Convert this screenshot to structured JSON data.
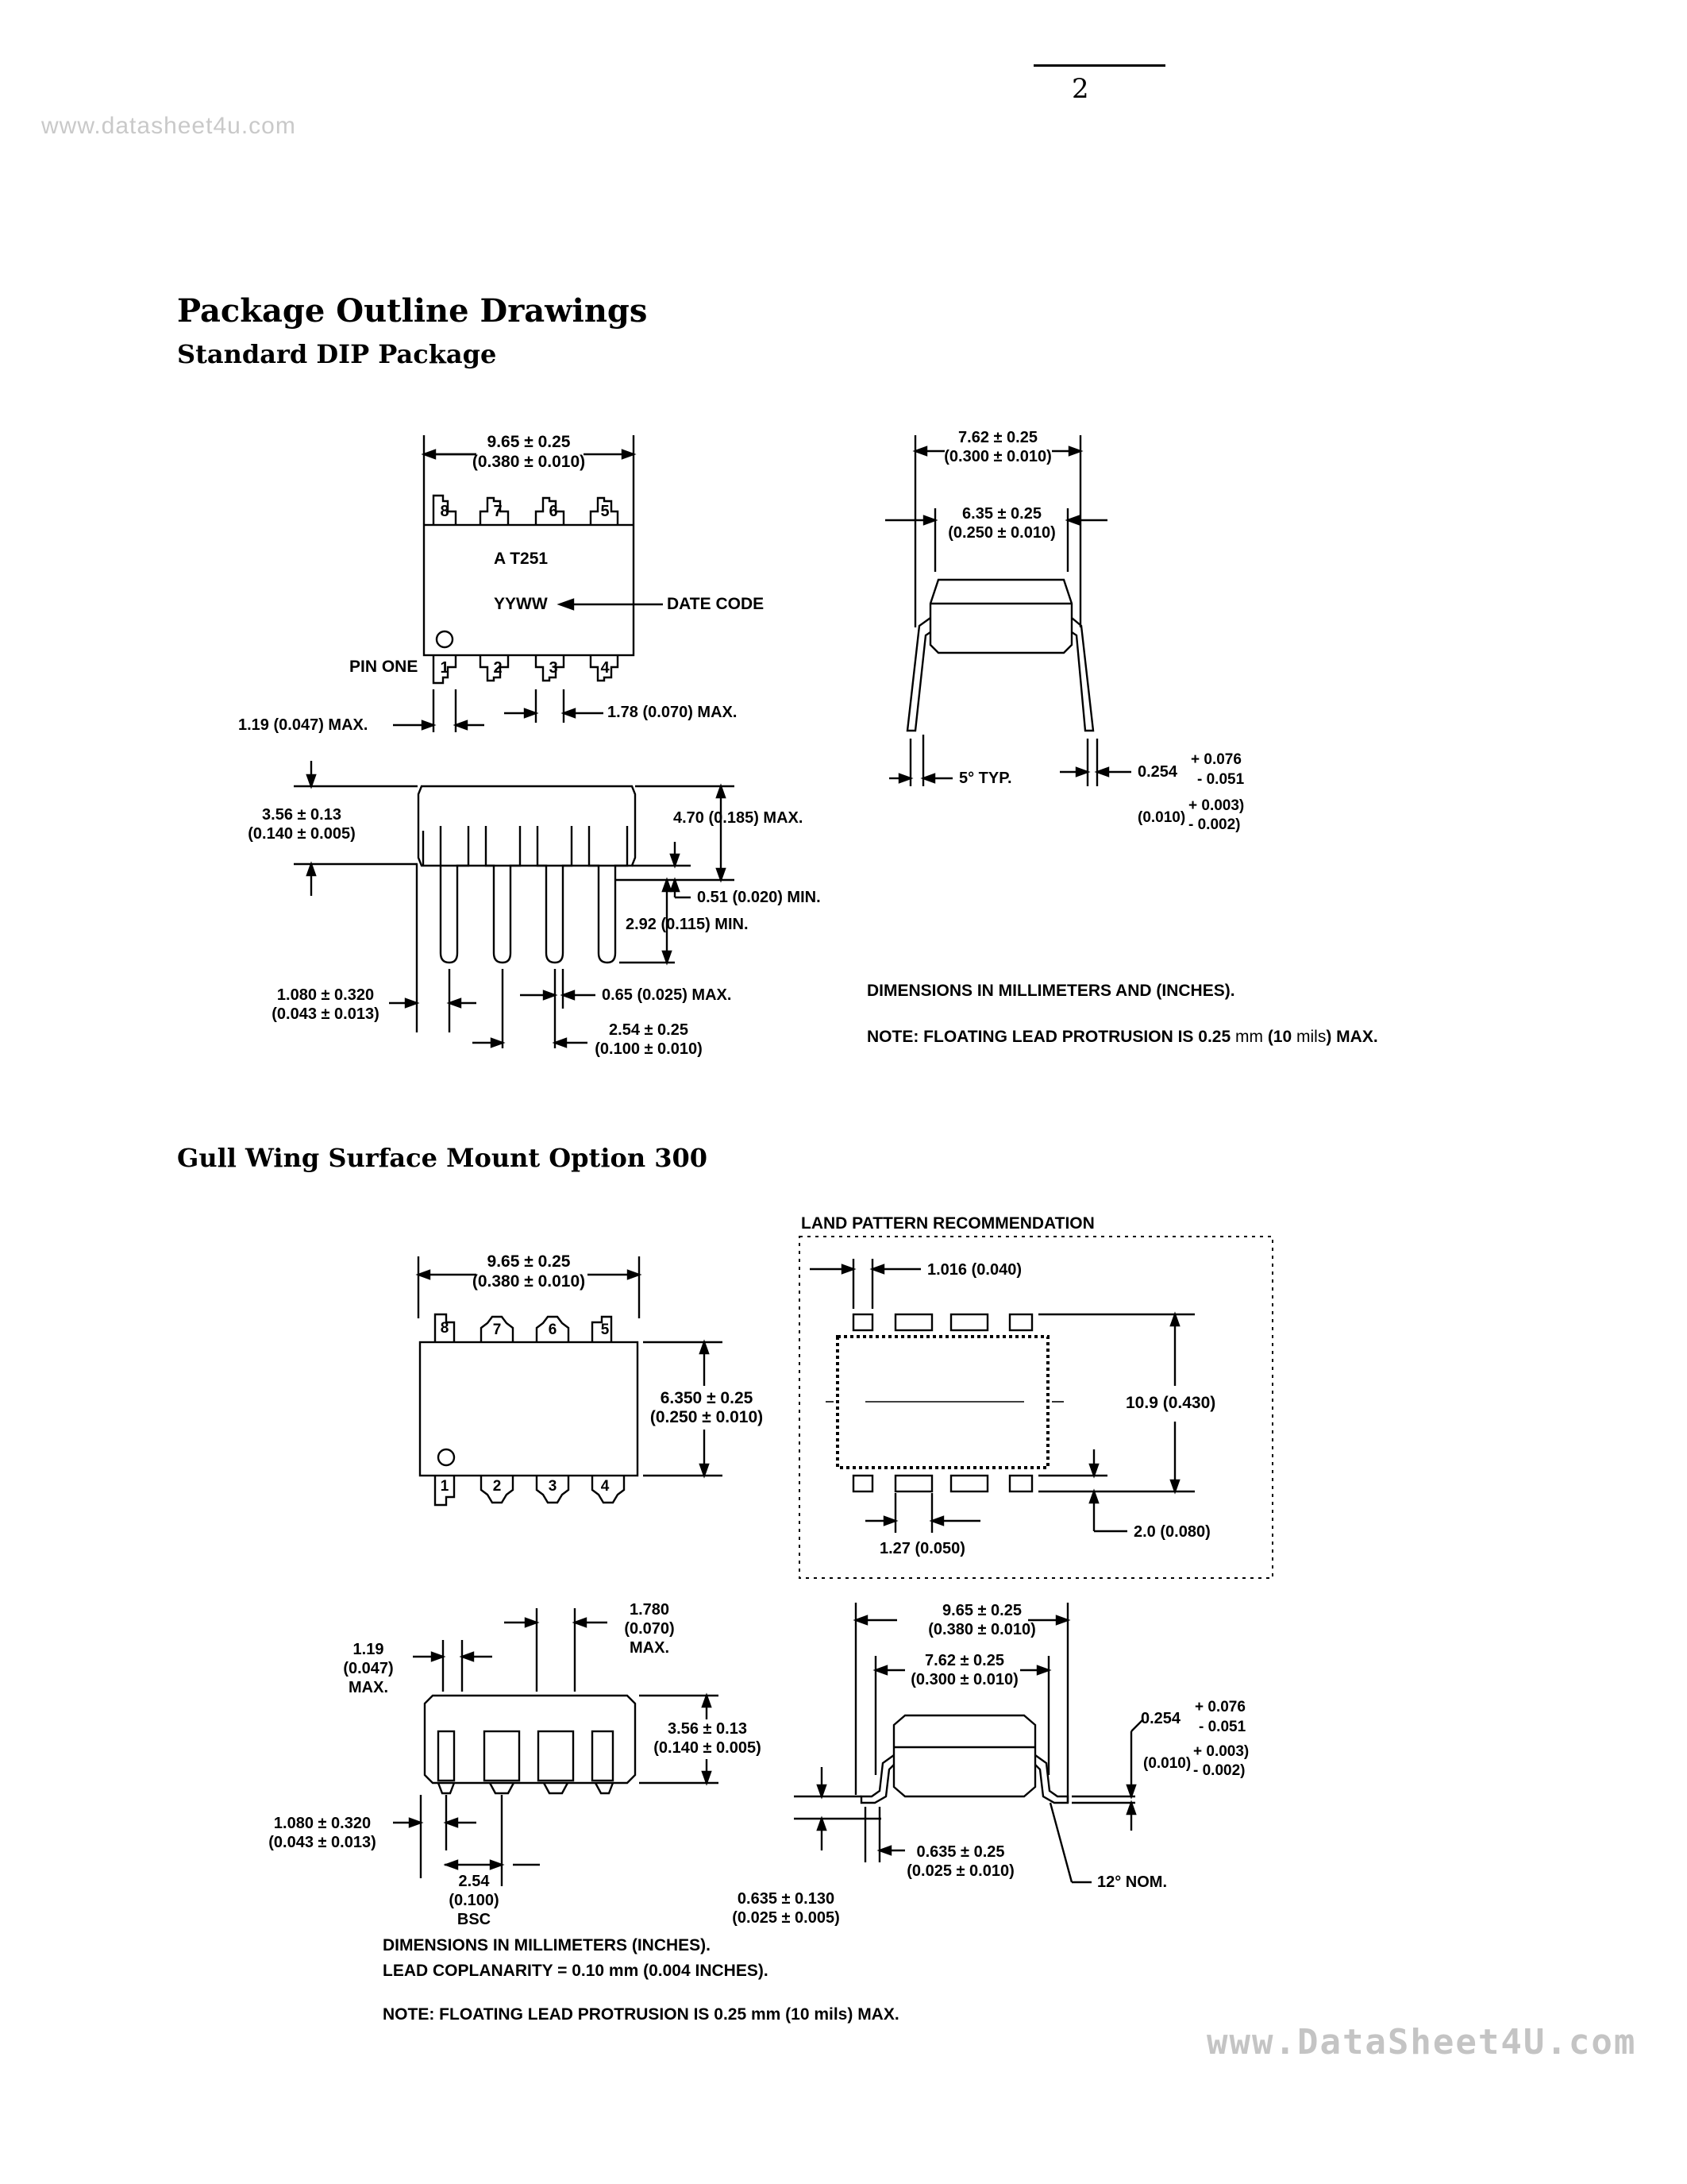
{
  "watermark_top": "www.datasheet4u.com",
  "page_number": "2",
  "title": "Package Outline Drawings",
  "section_dip": "Standard DIP Package",
  "section_gull": "Gull Wing Surface Mount Option 300",
  "watermark_bottom": "www.DataSheet4U.com",
  "dip": {
    "width": "9.65 ± 0.25",
    "width_in": "(0.380 ± 0.010)",
    "marking_line1": "A T251",
    "marking_line2": "YYWW",
    "date_code": "DATE CODE",
    "pin_one": "PIN ONE",
    "pin_top": [
      "8",
      "7",
      "6",
      "5"
    ],
    "pin_bottom": [
      "1",
      "2",
      "3",
      "4"
    ],
    "lead_width_max": "1.19 (0.047) MAX.",
    "lead_spacing_max": "1.78 (0.070) MAX.",
    "body_h": "3.56 ± 0.13",
    "body_h_in": "(0.140 ± 0.005)",
    "height_max": "4.70 (0.185) MAX.",
    "standoff_min": "0.51 (0.020) MIN.",
    "lead_len_min": "2.92 (0.115) MIN.",
    "lead_offset": "1.080 ± 0.320",
    "lead_offset_in": "(0.043 ± 0.013)",
    "lead_thick_max": "0.65 (0.025) MAX.",
    "pitch": "2.54 ± 0.25",
    "pitch_in": "(0.100 ± 0.010)",
    "row_spacing": "7.62 ± 0.25",
    "row_spacing_in": "(0.300 ± 0.010)",
    "body_w": "6.35 ± 0.25",
    "body_w_in": "(0.250 ± 0.010)",
    "angle": "5° TYP.",
    "lead_t": "0.254",
    "lead_t_plus": "+ 0.076",
    "lead_t_minus": "- 0.051",
    "lead_t_in": "(0.010)",
    "lead_t_in_plus": "+ 0.003)",
    "lead_t_in_minus": "- 0.002)",
    "note_dims": "DIMENSIONS IN MILLIMETERS AND (INCHES).",
    "note_float_a": "NOTE: FLOATING LEAD PROTRUSION IS 0.25 ",
    "note_float_mm": "mm",
    "note_float_b": " (10 ",
    "note_float_mils": "mils",
    "note_float_c": ") MAX."
  },
  "gull": {
    "width": "9.65 ± 0.25",
    "width_in": "(0.380 ± 0.010)",
    "pin_top": [
      "8",
      "7",
      "6",
      "5"
    ],
    "pin_bottom": [
      "1",
      "2",
      "3",
      "4"
    ],
    "body_w": "6.350 ± 0.25",
    "body_w_in": "(0.250 ± 0.010)",
    "land_title": "LAND PATTERN RECOMMENDATION",
    "pad_w": "1.016 (0.040)",
    "span": "10.9 (0.430)",
    "pad_pitch": "1.27 (0.050)",
    "pad_len": "2.0 (0.080)",
    "lead_spacing_a": "1.780",
    "lead_spacing_b": "(0.070)",
    "lead_spacing_c": "MAX.",
    "lead_width_a": "1.19",
    "lead_width_b": "(0.047)",
    "lead_width_c": "MAX.",
    "body_h": "3.56 ± 0.13",
    "body_h_in": "(0.140 ± 0.005)",
    "lead_offset": "1.080 ± 0.320",
    "lead_offset_in": "(0.043 ± 0.013)",
    "pitch_a": "2.54",
    "pitch_b": "(0.100)",
    "pitch_c": "BSC",
    "side_width": "9.65 ± 0.25",
    "side_width_in": "(0.380 ± 0.010)",
    "row_spacing": "7.62 ± 0.25",
    "row_spacing_in": "(0.300 ± 0.010)",
    "lead_t": "0.254",
    "lead_t_plus": "+ 0.076",
    "lead_t_minus": "- 0.051",
    "lead_t_in": "(0.010)",
    "lead_t_in_plus": "+ 0.003)",
    "lead_t_in_minus": "- 0.002)",
    "foot": "0.635 ± 0.25",
    "foot_in": "(0.025 ± 0.010)",
    "foot_h": "0.635 ± 0.130",
    "foot_h_in": "(0.025 ± 0.005)",
    "angle": "12° NOM.",
    "note_dims": "DIMENSIONS IN MILLIMETERS (INCHES).",
    "note_coplan": "LEAD COPLANARITY = 0.10 mm (0.004 INCHES).",
    "note_float": "NOTE: FLOATING LEAD PROTRUSION IS 0.25 mm (10 mils) MAX."
  }
}
